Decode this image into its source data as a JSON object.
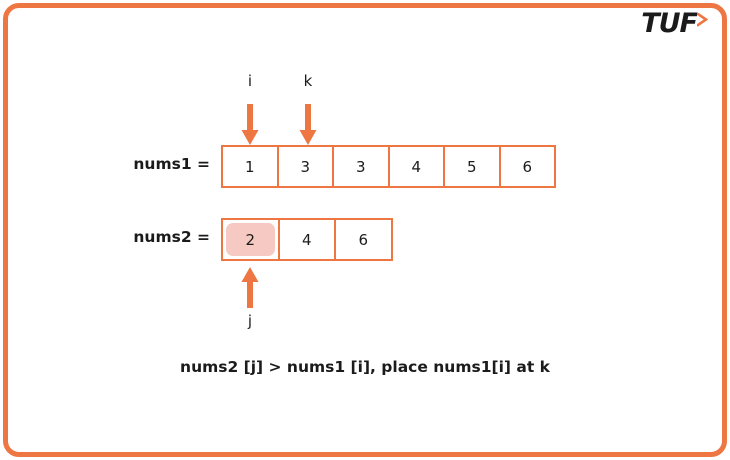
{
  "logo": {
    "text": "TUF",
    "chevron_icon": "chevron-right-icon",
    "text_color": "#1b1b1b",
    "chevron_color": "#ED7642"
  },
  "theme": {
    "accent": "#ED7642",
    "highlight": "#F6C9C2",
    "text": "#1b1b1b",
    "background": "#ffffff"
  },
  "arrays": [
    {
      "label": "nums1 =",
      "name": "nums1",
      "values": [
        "1",
        "3",
        "3",
        "4",
        "5",
        "6"
      ],
      "highlight_index": null
    },
    {
      "label": "nums2 =",
      "name": "nums2",
      "values": [
        "2",
        "4",
        "6"
      ],
      "highlight_index": 0
    }
  ],
  "pointers": [
    {
      "label": "i",
      "target_array": "nums1",
      "index": 0,
      "direction": "down"
    },
    {
      "label": "k",
      "target_array": "nums1",
      "index": 1,
      "direction": "down"
    },
    {
      "label": "j",
      "target_array": "nums2",
      "index": 0,
      "direction": "up"
    }
  ],
  "caption": "nums2 [j] > nums1 [i], place nums1[i] at k"
}
